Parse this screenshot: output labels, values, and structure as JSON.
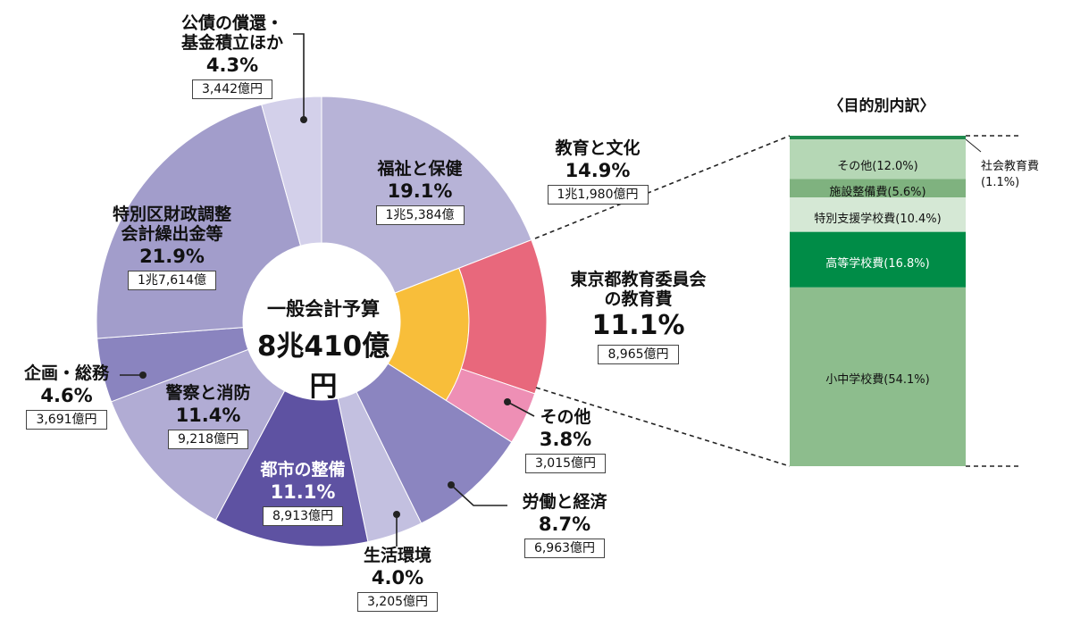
{
  "chart_data": [
    {
      "type": "pie",
      "center": {
        "title": "一般会計予算",
        "total": "8兆410億円"
      },
      "slices": [
        {
          "key": "welfare",
          "name": "福祉と保健",
          "pct": 19.1,
          "amount": "1兆5,384億",
          "color": "#b7b3d7"
        },
        {
          "key": "education",
          "name": "教育と文化",
          "pct": 14.9,
          "amount": "1兆1,980億円",
          "color": "#b7b3d7",
          "sub": [
            {
              "key": "board",
              "name": "東京都教育委員会\nの教育費",
              "pct": 11.1,
              "amount": "8,965億円",
              "color": "#e8687c"
            },
            {
              "key": "other",
              "name": "その他",
              "pct": 3.8,
              "amount": "3,015億円",
              "color": "#ee8fb5"
            }
          ],
          "inner_color": "#f8be3a"
        },
        {
          "key": "labor",
          "name": "労働と経済",
          "pct": 8.7,
          "amount": "6,963億円",
          "color": "#8b85c0"
        },
        {
          "key": "env",
          "name": "生活環境",
          "pct": 4.0,
          "amount": "3,205億円",
          "color": "#c3c0e0"
        },
        {
          "key": "urban",
          "name": "都市の整備",
          "pct": 11.1,
          "amount": "8,913億円",
          "color": "#5e52a2"
        },
        {
          "key": "police",
          "name": "警察と消防",
          "pct": 11.4,
          "amount": "9,218億円",
          "color": "#b1acd4"
        },
        {
          "key": "planning",
          "name": "企画・総務",
          "pct": 4.6,
          "amount": "3,691億円",
          "color": "#8a84bf"
        },
        {
          "key": "special",
          "name": "特別区財政調整\n会計繰出金等",
          "pct": 21.9,
          "amount": "1兆7,614億",
          "color": "#a29dcb"
        },
        {
          "key": "debt",
          "name": "公債の償還・\n基金積立ほか",
          "pct": 4.3,
          "amount": "3,442億円",
          "color": "#d3d0ea"
        }
      ]
    },
    {
      "type": "bar",
      "title": "〈目的別内訳〉",
      "orientation": "stacked-vertical",
      "segments": [
        {
          "name": "社会教育費",
          "label": "社会教育費\n(1.1%)",
          "value": 1.1,
          "color": "#1f8a4d",
          "outside": true
        },
        {
          "name": "その他",
          "label": "その他(12.0%)",
          "value": 12.0,
          "color": "#b5d7b5"
        },
        {
          "name": "施設整備費",
          "label": "施設整備費(5.6%)",
          "value": 5.6,
          "color": "#7fb27f"
        },
        {
          "name": "特別支援学校費",
          "label": "特別支援学校費(10.4%)",
          "value": 10.4,
          "color": "#d5e8d5"
        },
        {
          "name": "高等学校費",
          "label": "高等学校費(16.8%)",
          "value": 16.8,
          "color": "#008c47",
          "light": true
        },
        {
          "name": "小中学校費",
          "label": "小中学校費(54.1%)",
          "value": 54.1,
          "color": "#8dbd8d"
        }
      ]
    }
  ]
}
